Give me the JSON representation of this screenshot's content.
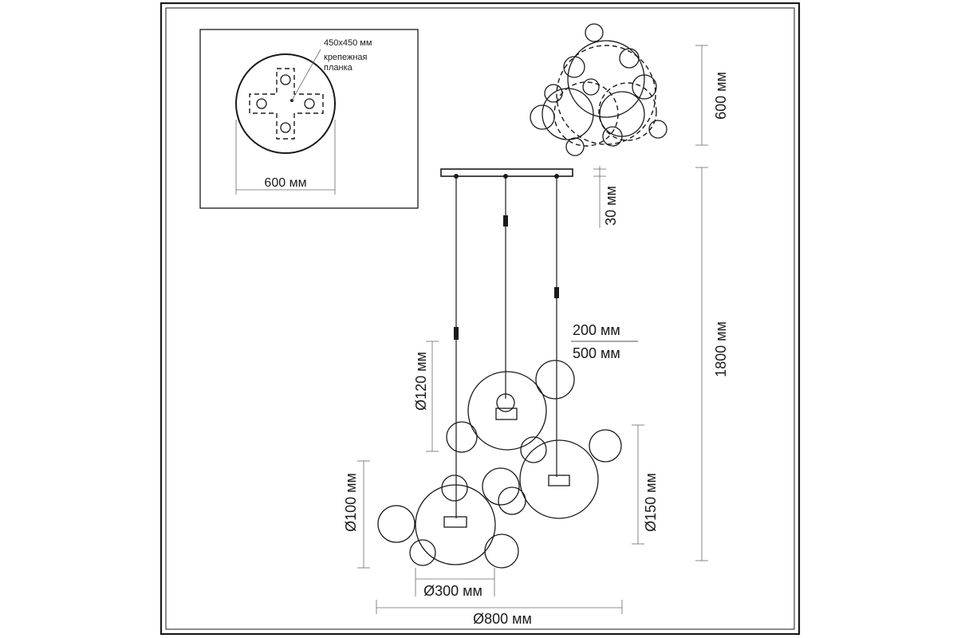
{
  "mount_plate": {
    "size_label": "450x450 мм",
    "bracket_label_line1": "крепежная",
    "bracket_label_line2": "планка",
    "canopy_diameter_label": "600 мм"
  },
  "top_view": {
    "height_label": "600 мм"
  },
  "front_view": {
    "canopy_height_label": "30 мм",
    "total_height_label": "1800 мм",
    "cable_label_top": "200 мм",
    "cable_label_bottom": "500 мм",
    "small_ball_label": "Ø120 мм",
    "tiny_ball_label": "Ø100 мм",
    "mid_ball_label": "Ø150 мм",
    "large_ball_label": "Ø300 мм",
    "total_width_label": "Ø800 мм"
  },
  "colors": {
    "line": "#1a1a1a",
    "dimension_line": "#6a6a6a",
    "background": "#ffffff"
  }
}
